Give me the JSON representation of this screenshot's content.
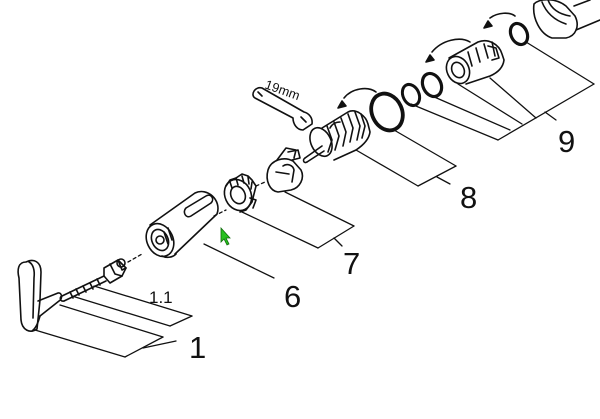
{
  "diagram": {
    "callouts": {
      "part_1": "1",
      "part_1_1": "1.1",
      "part_6": "6",
      "part_7": "7",
      "part_8": "8",
      "part_9": "9"
    },
    "tool_label": "19mm",
    "line_color": "#111111",
    "cursor_color": "#27c01f"
  }
}
